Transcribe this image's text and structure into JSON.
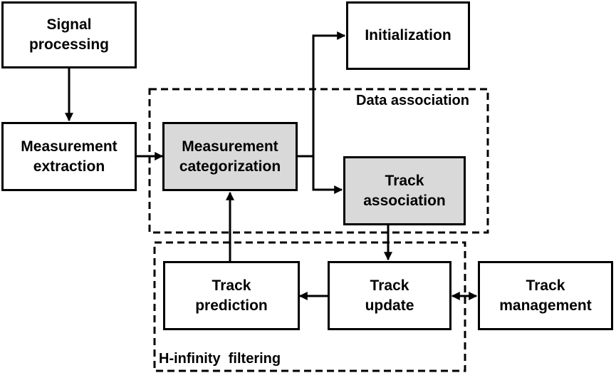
{
  "blocks": {
    "signal_processing": "Signal\nprocessing",
    "measurement_extraction": "Measurement\nextraction",
    "measurement_categorization": "Measurement\ncategorization",
    "initialization": "Initialization",
    "track_association": "Track\nassociation",
    "track_prediction": "Track\nprediction",
    "track_update": "Track\nupdate",
    "track_management": "Track\nmanagement"
  },
  "groups": {
    "data_association": "Data association",
    "h_infinity_filtering": "H-infinity  filtering"
  },
  "colors": {
    "line": "#000000",
    "highlighted_block": "#d9d9d9",
    "block": "#ffffff"
  }
}
